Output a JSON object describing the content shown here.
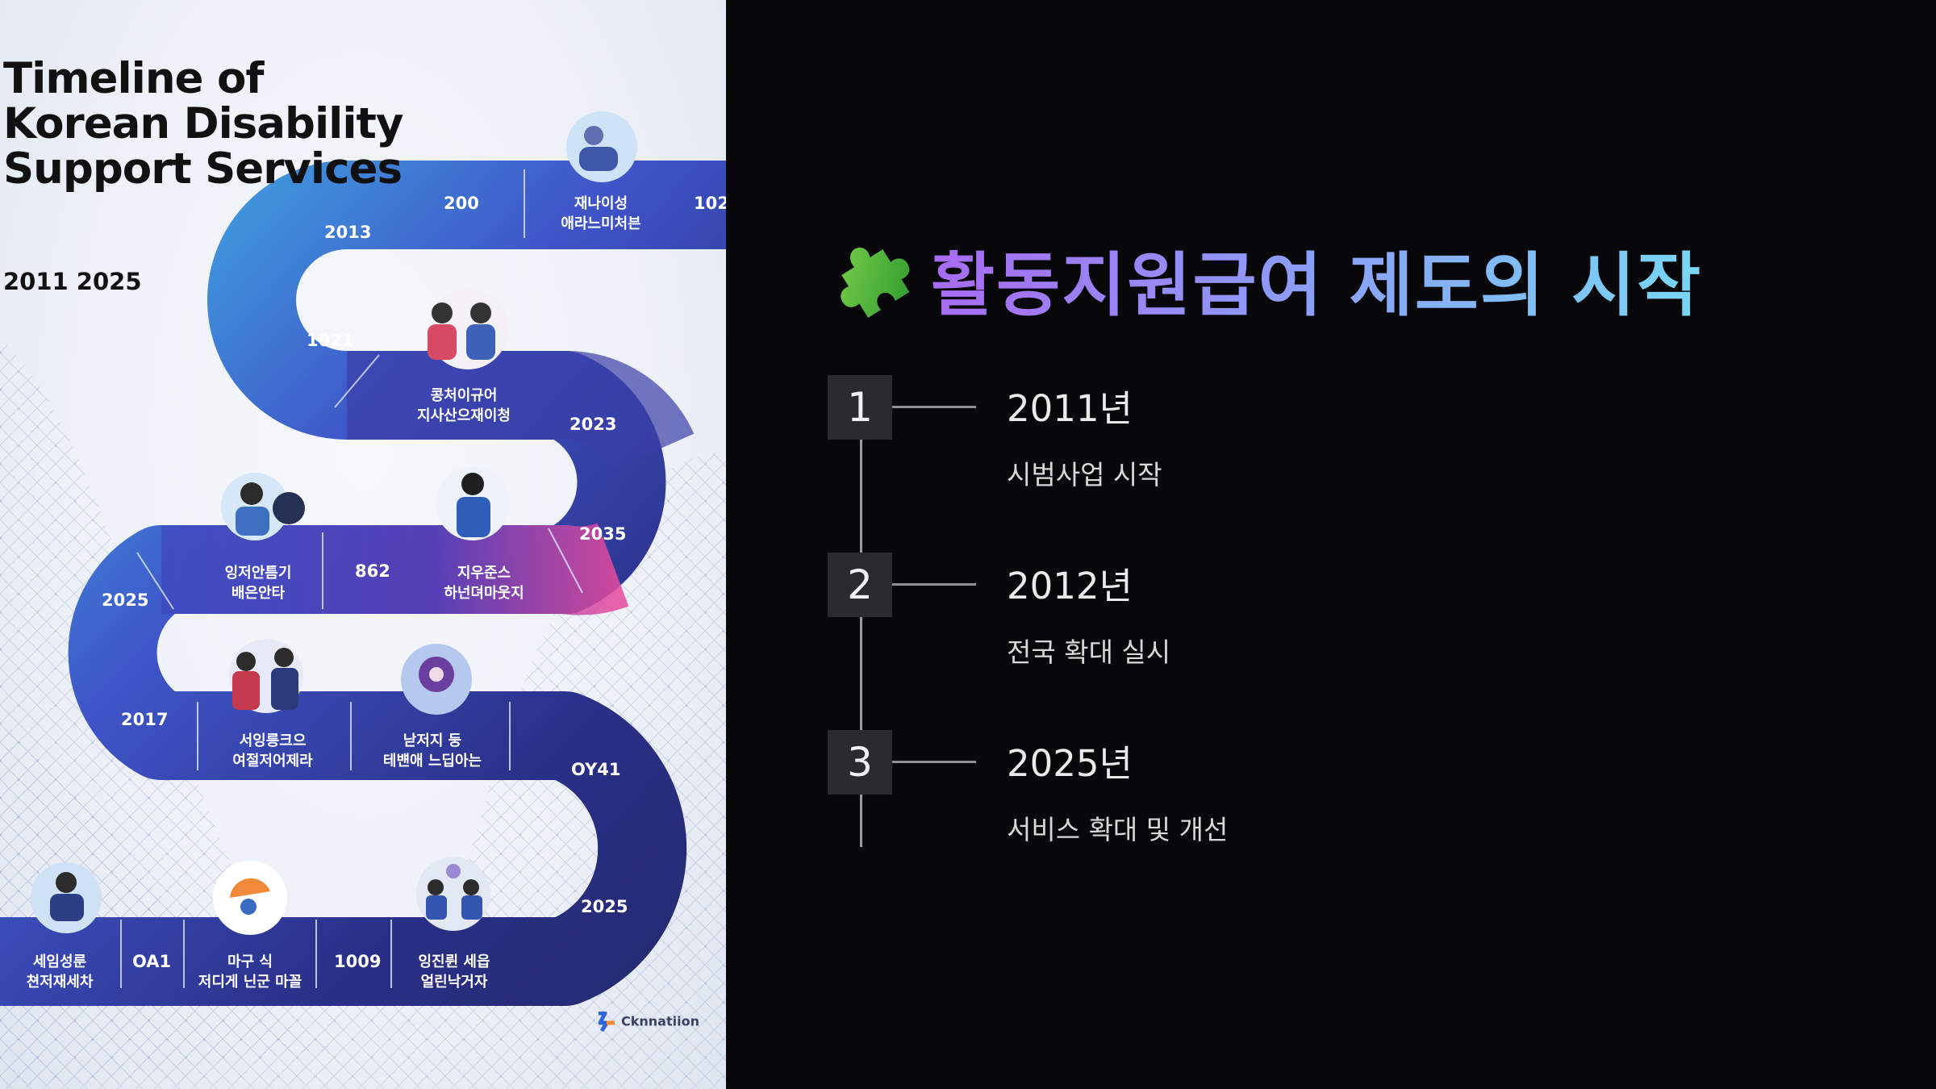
{
  "infographic": {
    "title": "Timeline of Korean Disability Support Services",
    "range": "2011 2025",
    "road_labels": [
      "200",
      "102",
      "2013",
      "1021",
      "2023",
      "2035",
      "2025",
      "862",
      "2017",
      "OY41",
      "2025",
      "OA1",
      "1009"
    ],
    "captions": [
      "재나이성\n애라느미처븐",
      "콩처이규어\n지사산으재이청",
      "잉저안틈기\n배은안타",
      "지우준스\n하넌뎌마웃지",
      "서잉릉크으\n여절저어제라",
      "낟저지 둥\n테뱬애 느딥아는",
      "세임성룬\n쳔저재세차",
      "마구 식\n저디게 닌군 마꼴",
      "잉진륀 세읍\n얼린낙거자"
    ],
    "brand": "Cknnatiion"
  },
  "slide": {
    "heading_icon": "puzzle-piece-icon",
    "heading": "활동지원급여 제도의 시작",
    "steps": [
      {
        "number": "1",
        "year": "2011년",
        "desc": "시범사업 시작"
      },
      {
        "number": "2",
        "year": "2012년",
        "desc": "전국 확대 실시"
      },
      {
        "number": "3",
        "year": "2025년",
        "desc": "서비스 확대 및 개선"
      }
    ]
  },
  "colors": {
    "background": "#08080b",
    "road_cyan": "#39b6e6",
    "road_blue": "#3f4fc2",
    "road_navy": "#282c7a",
    "road_magenta": "#e44a9e",
    "heading_start": "#a86bf2",
    "heading_end": "#78d7f4",
    "puzzle_green": "#4fb537"
  }
}
